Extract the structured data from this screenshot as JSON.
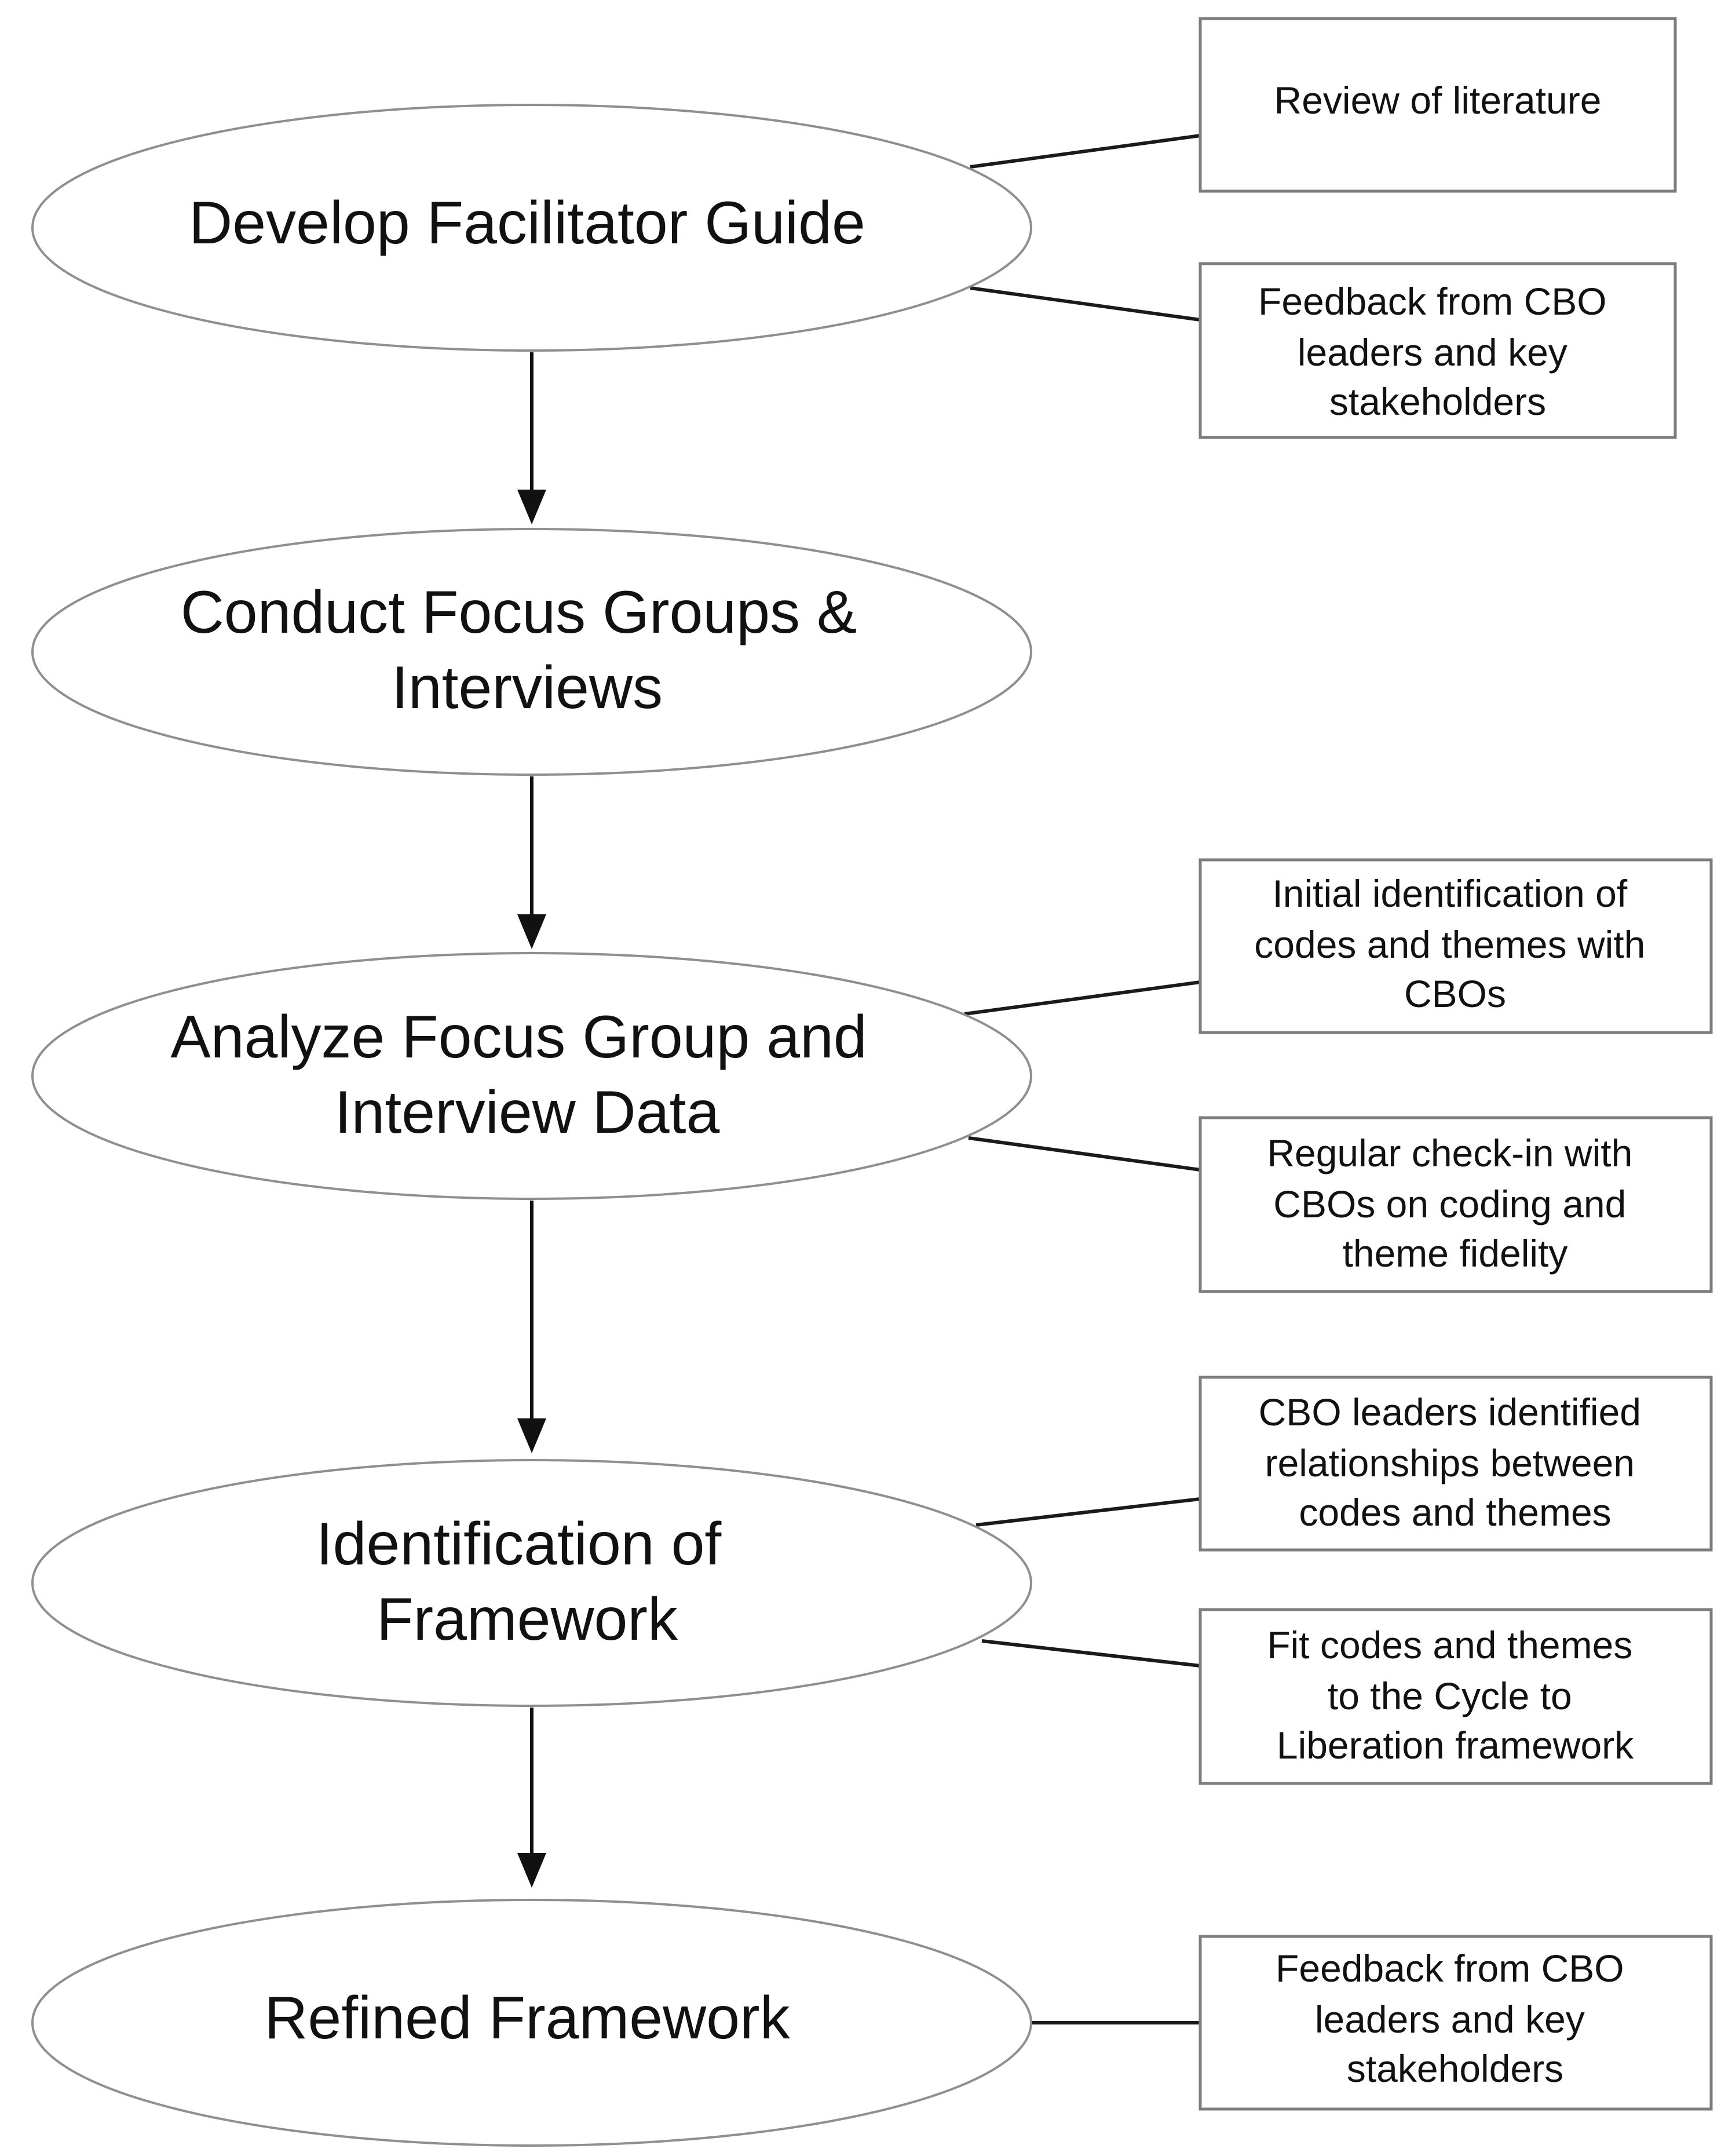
{
  "nodes": [
    {
      "lines": [
        "Develop Facilitator Guide"
      ]
    },
    {
      "lines": [
        "Conduct Focus Groups &",
        "Interviews"
      ]
    },
    {
      "lines": [
        "Analyze Focus Group and",
        "Interview Data"
      ]
    },
    {
      "lines": [
        "Identification of",
        "Framework"
      ]
    },
    {
      "lines": [
        "Refined Framework"
      ]
    }
  ],
  "notes": [
    {
      "lines": [
        "Review of literature"
      ]
    },
    {
      "lines": [
        "Feedback from CBO",
        "leaders and key",
        "stakeholders"
      ]
    },
    {
      "lines": [
        "Initial identification of",
        "codes and themes with",
        "CBOs"
      ]
    },
    {
      "lines": [
        "Regular check-in with",
        "CBOs on coding and",
        "theme fidelity"
      ]
    },
    {
      "lines": [
        "CBO leaders identified",
        "relationships between",
        "codes and themes"
      ]
    },
    {
      "lines": [
        "Fit codes and themes",
        "to the Cycle to",
        "Liberation framework"
      ]
    },
    {
      "lines": [
        "Feedback from CBO",
        "leaders and key",
        "stakeholders"
      ]
    }
  ]
}
